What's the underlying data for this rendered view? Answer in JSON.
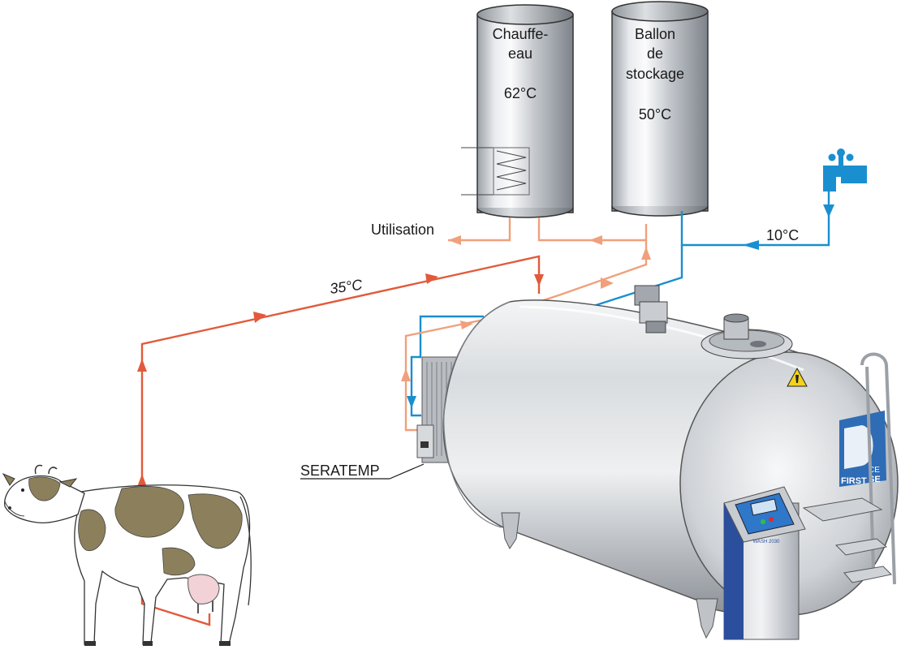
{
  "heater": {
    "title_line1": "Chauffe-",
    "title_line2": "eau",
    "temp": "62°C"
  },
  "storage": {
    "title_line1": "Ballon",
    "title_line2": "de",
    "title_line3": "stockage",
    "temp": "50°C"
  },
  "labels": {
    "utilisation": "Utilisation",
    "cold_water_temp": "10°C",
    "milk_temp": "35°C",
    "seratemp": "SERATEMP"
  },
  "tank_brand": {
    "brand": "FIRST",
    "brand_suffix": "SE",
    "ce": "CE",
    "controller_model": "WASH 2030"
  },
  "colors": {
    "hot_milk": "#e25a3a",
    "warm_water": "#f0a07c",
    "cold_water": "#1a8fd0",
    "steel": "#c9ccd0",
    "controller_blue": "#2b4f9c"
  }
}
